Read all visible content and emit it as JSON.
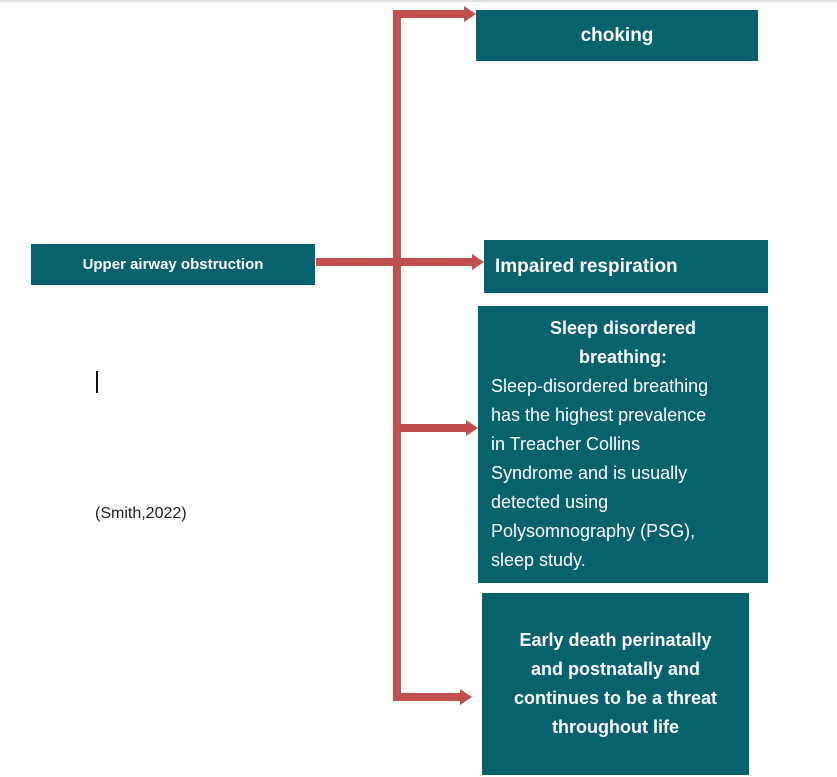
{
  "colors": {
    "node_fill": "#07626e",
    "node_text": "#ffffff",
    "connector": "#c0504d",
    "citation_text": "#1b1b1b"
  },
  "diagram": {
    "root_box": {
      "label": "Upper airway obstruction"
    },
    "citation": {
      "text": "(Smith,2022)"
    },
    "outcomes": {
      "choking": {
        "title": "choking"
      },
      "impaired": {
        "title": "Impaired respiration"
      },
      "sleep": {
        "title_lines": [
          "Sleep disordered",
          "breathing:"
        ],
        "body_lines": [
          "Sleep-disordered breathing",
          "has the highest prevalence",
          "in Treacher Collins",
          "Syndrome and is usually",
          "detected using",
          "Polysomnography (PSG),",
          "sleep study."
        ]
      },
      "early_death": {
        "title_lines": [
          "Early death perinatally",
          "and postnatally and",
          "continues to be a threat",
          "throughout life"
        ]
      }
    }
  }
}
